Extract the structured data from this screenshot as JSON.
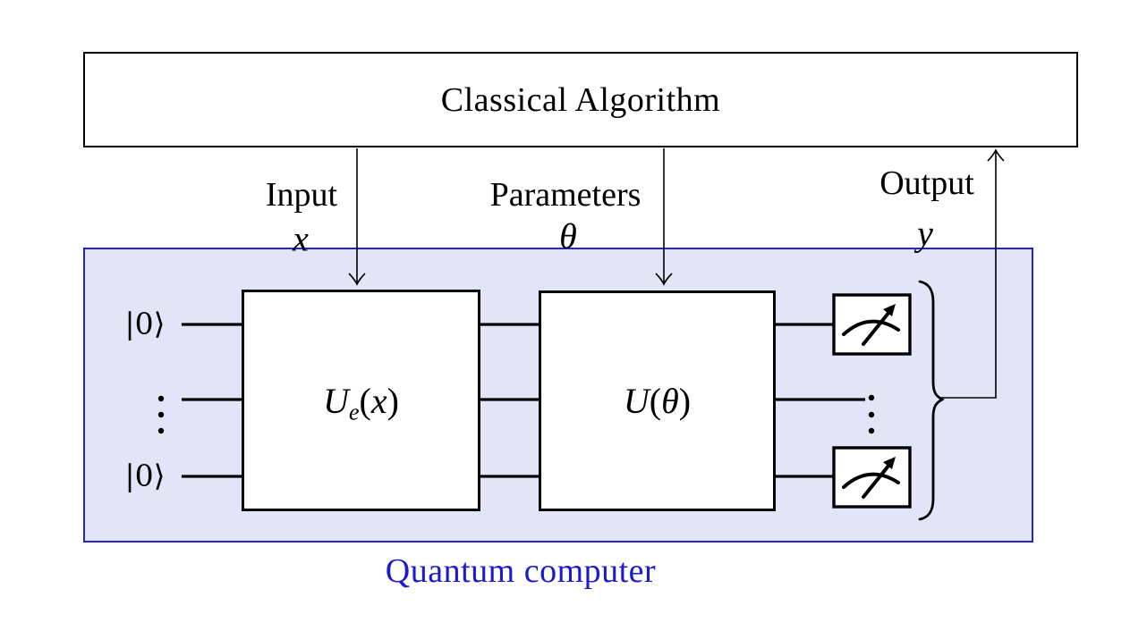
{
  "classical": {
    "label": "Classical Algorithm"
  },
  "flows": {
    "input": {
      "label": "Input",
      "symbol": "x"
    },
    "parameters": {
      "label": "Parameters",
      "symbol": "θ"
    },
    "output": {
      "label": "Output",
      "symbol": "y"
    }
  },
  "quantum": {
    "label": "Quantum computer",
    "kets": {
      "top": "|0⟩",
      "bottom": "|0⟩"
    },
    "gates": {
      "encoding": {
        "symbol": "U",
        "subscript": "e",
        "open": "(",
        "variable": "x",
        "close": ")"
      },
      "variational": {
        "symbol": "U",
        "subscript": "",
        "open": "(",
        "variable": "θ",
        "close": ")"
      }
    }
  },
  "colors": {
    "ink": "#000000",
    "background": "#ffffff",
    "quantum_border": "#2222d6",
    "quantum_fill": "#e4e4f8",
    "quantum_label": "#1a1ad0"
  }
}
